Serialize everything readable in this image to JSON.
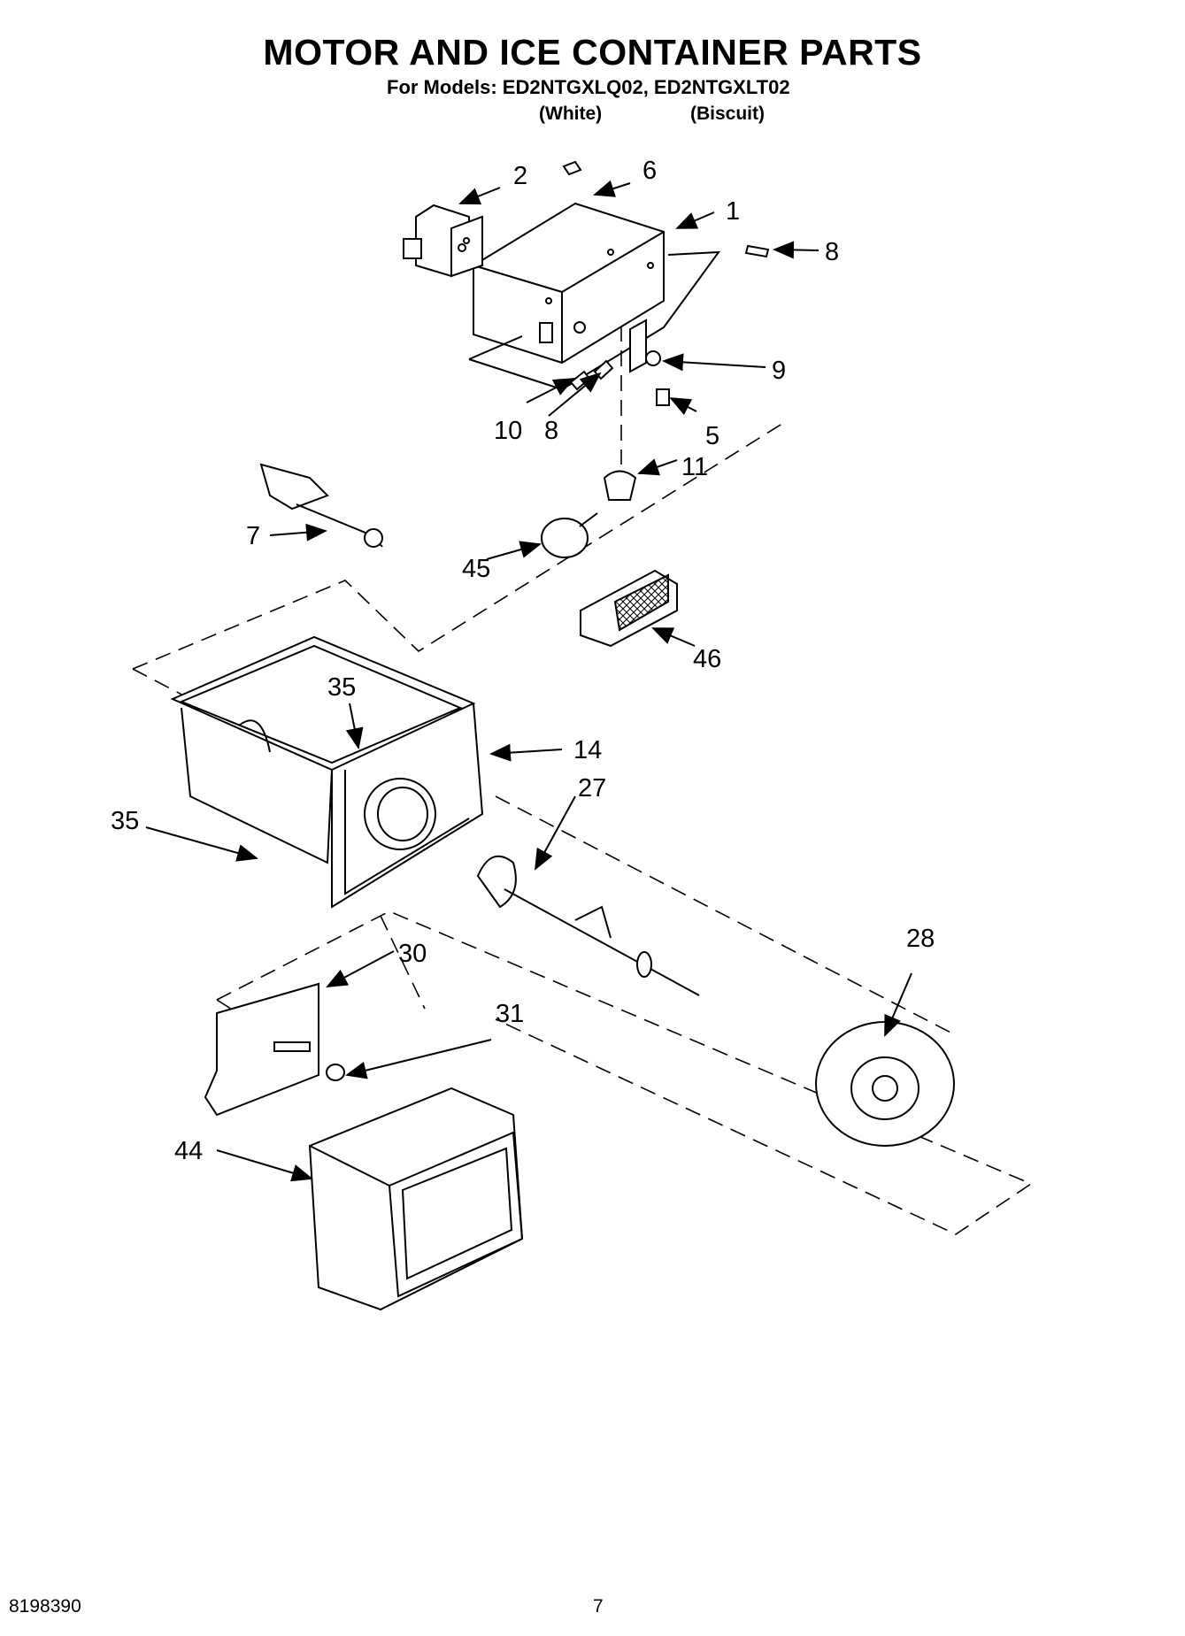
{
  "header": {
    "title": "MOTOR AND ICE CONTAINER PARTS",
    "models_line": "For Models: ED2NTGXLQ02, ED2NTGXLT02",
    "variants": [
      "(White)",
      "(Biscuit)"
    ]
  },
  "callouts": [
    "2",
    "6",
    "1",
    "8",
    "9",
    "10",
    "8",
    "5",
    "11",
    "7",
    "45",
    "46",
    "35",
    "14",
    "27",
    "35",
    "28",
    "30",
    "31",
    "44"
  ],
  "footer": {
    "doc_number": "8198390",
    "page_number": "7"
  }
}
